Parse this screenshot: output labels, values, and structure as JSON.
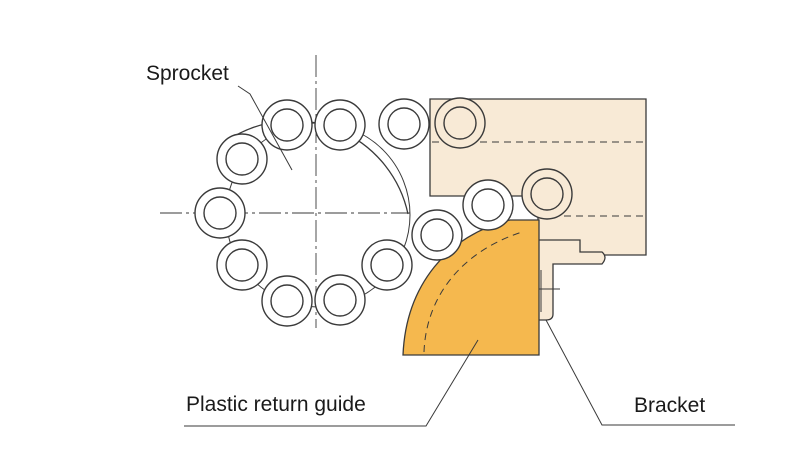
{
  "labels": {
    "sprocket": "Sprocket",
    "plastic_return_guide": "Plastic return guide",
    "bracket": "Bracket"
  },
  "colors": {
    "frame_fill": "#f8ead6",
    "guide_fill": "#f5b84e",
    "line": "#3a3a3a",
    "background": "#ffffff"
  }
}
